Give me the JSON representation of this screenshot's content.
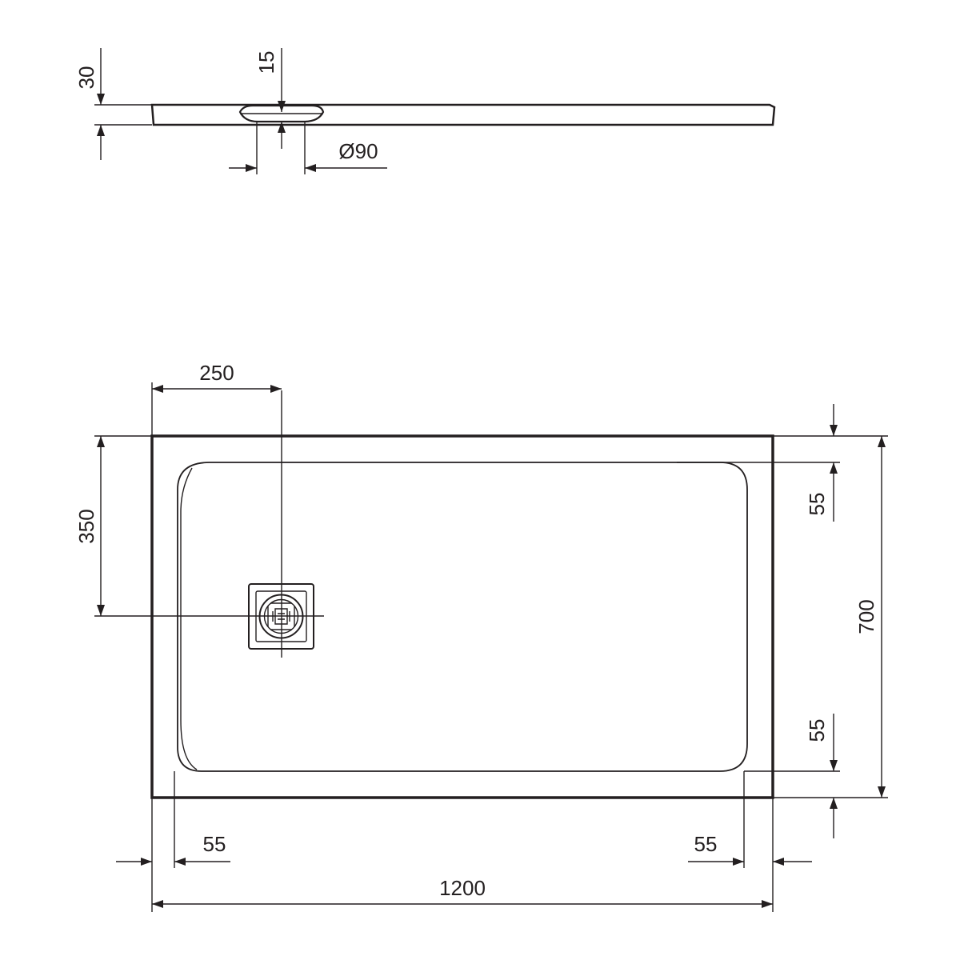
{
  "side_view": {
    "tray_height": "30",
    "drain_depth": "15",
    "drain_diameter": "Ø90"
  },
  "top_view": {
    "drain_offset_x": "250",
    "drain_offset_y": "350",
    "rim_top": "55",
    "rim_bottom": "55",
    "rim_left": "55",
    "rim_right": "55",
    "overall_length": "1200",
    "overall_width": "700"
  }
}
